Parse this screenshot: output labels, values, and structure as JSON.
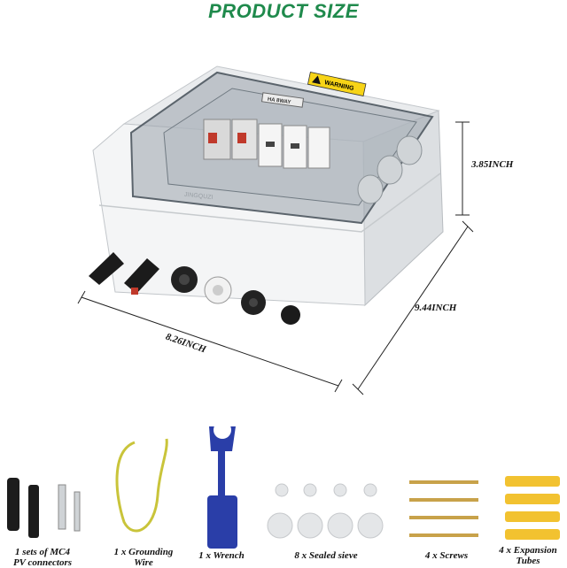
{
  "title": "PRODUCT SIZE",
  "dimensions": {
    "height": "3.85INCH",
    "depth": "9.44INCH",
    "width": "8.26INCH"
  },
  "box": {
    "warning_label": "WARNING",
    "brand": "JINGQUZI",
    "module_label": "HA 8WAY"
  },
  "accessories": [
    {
      "line1": "1 sets of MC4",
      "line2": "PV connectors"
    },
    {
      "line1": "1 x Grounding",
      "line2": "Wire"
    },
    {
      "line1": "1 x Wrench",
      "line2": ""
    },
    {
      "line1": "8 x Sealed sieve",
      "line2": ""
    },
    {
      "line1": "4 x Screws",
      "line2": ""
    },
    {
      "line1": "4 x Expansion",
      "line2": "Tubes"
    }
  ],
  "colors": {
    "title": "#1f8a4c",
    "box": "#f3f4f5",
    "wrench": "#2a3ea8",
    "screw": "#c8a24a",
    "tube": "#f2c230",
    "wire": "#c9c43a"
  }
}
